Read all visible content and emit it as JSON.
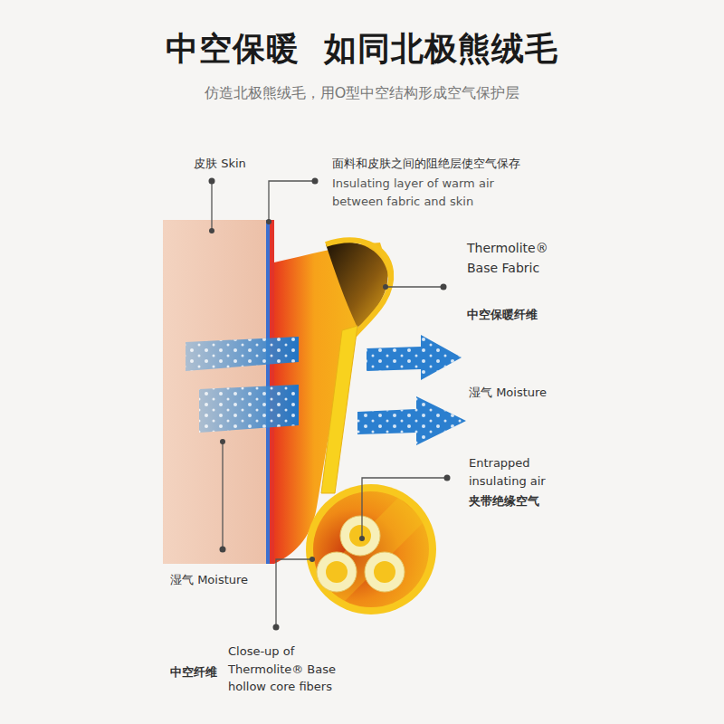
{
  "diagram": {
    "title": "中空保暖  如同北极熊绒毛",
    "caption": "仿造北极熊绒毛，用O型中空结构形成空气保护层",
    "labels": [
      "皮肤 Skin",
      "面料和皮肤之间的阻绝层使空气保存",
      "Insulating layer of warm air between fabric and skin",
      "Thermolite® Base Fabric",
      "中空保暖纤维",
      "湿气 Moisture",
      "Entrapped insulating air",
      "夹带绝缘空气",
      "湿气 Moisture",
      "中空纤维",
      "Close-up of Thermolite® Base hollow core fibers"
    ]
  }
}
